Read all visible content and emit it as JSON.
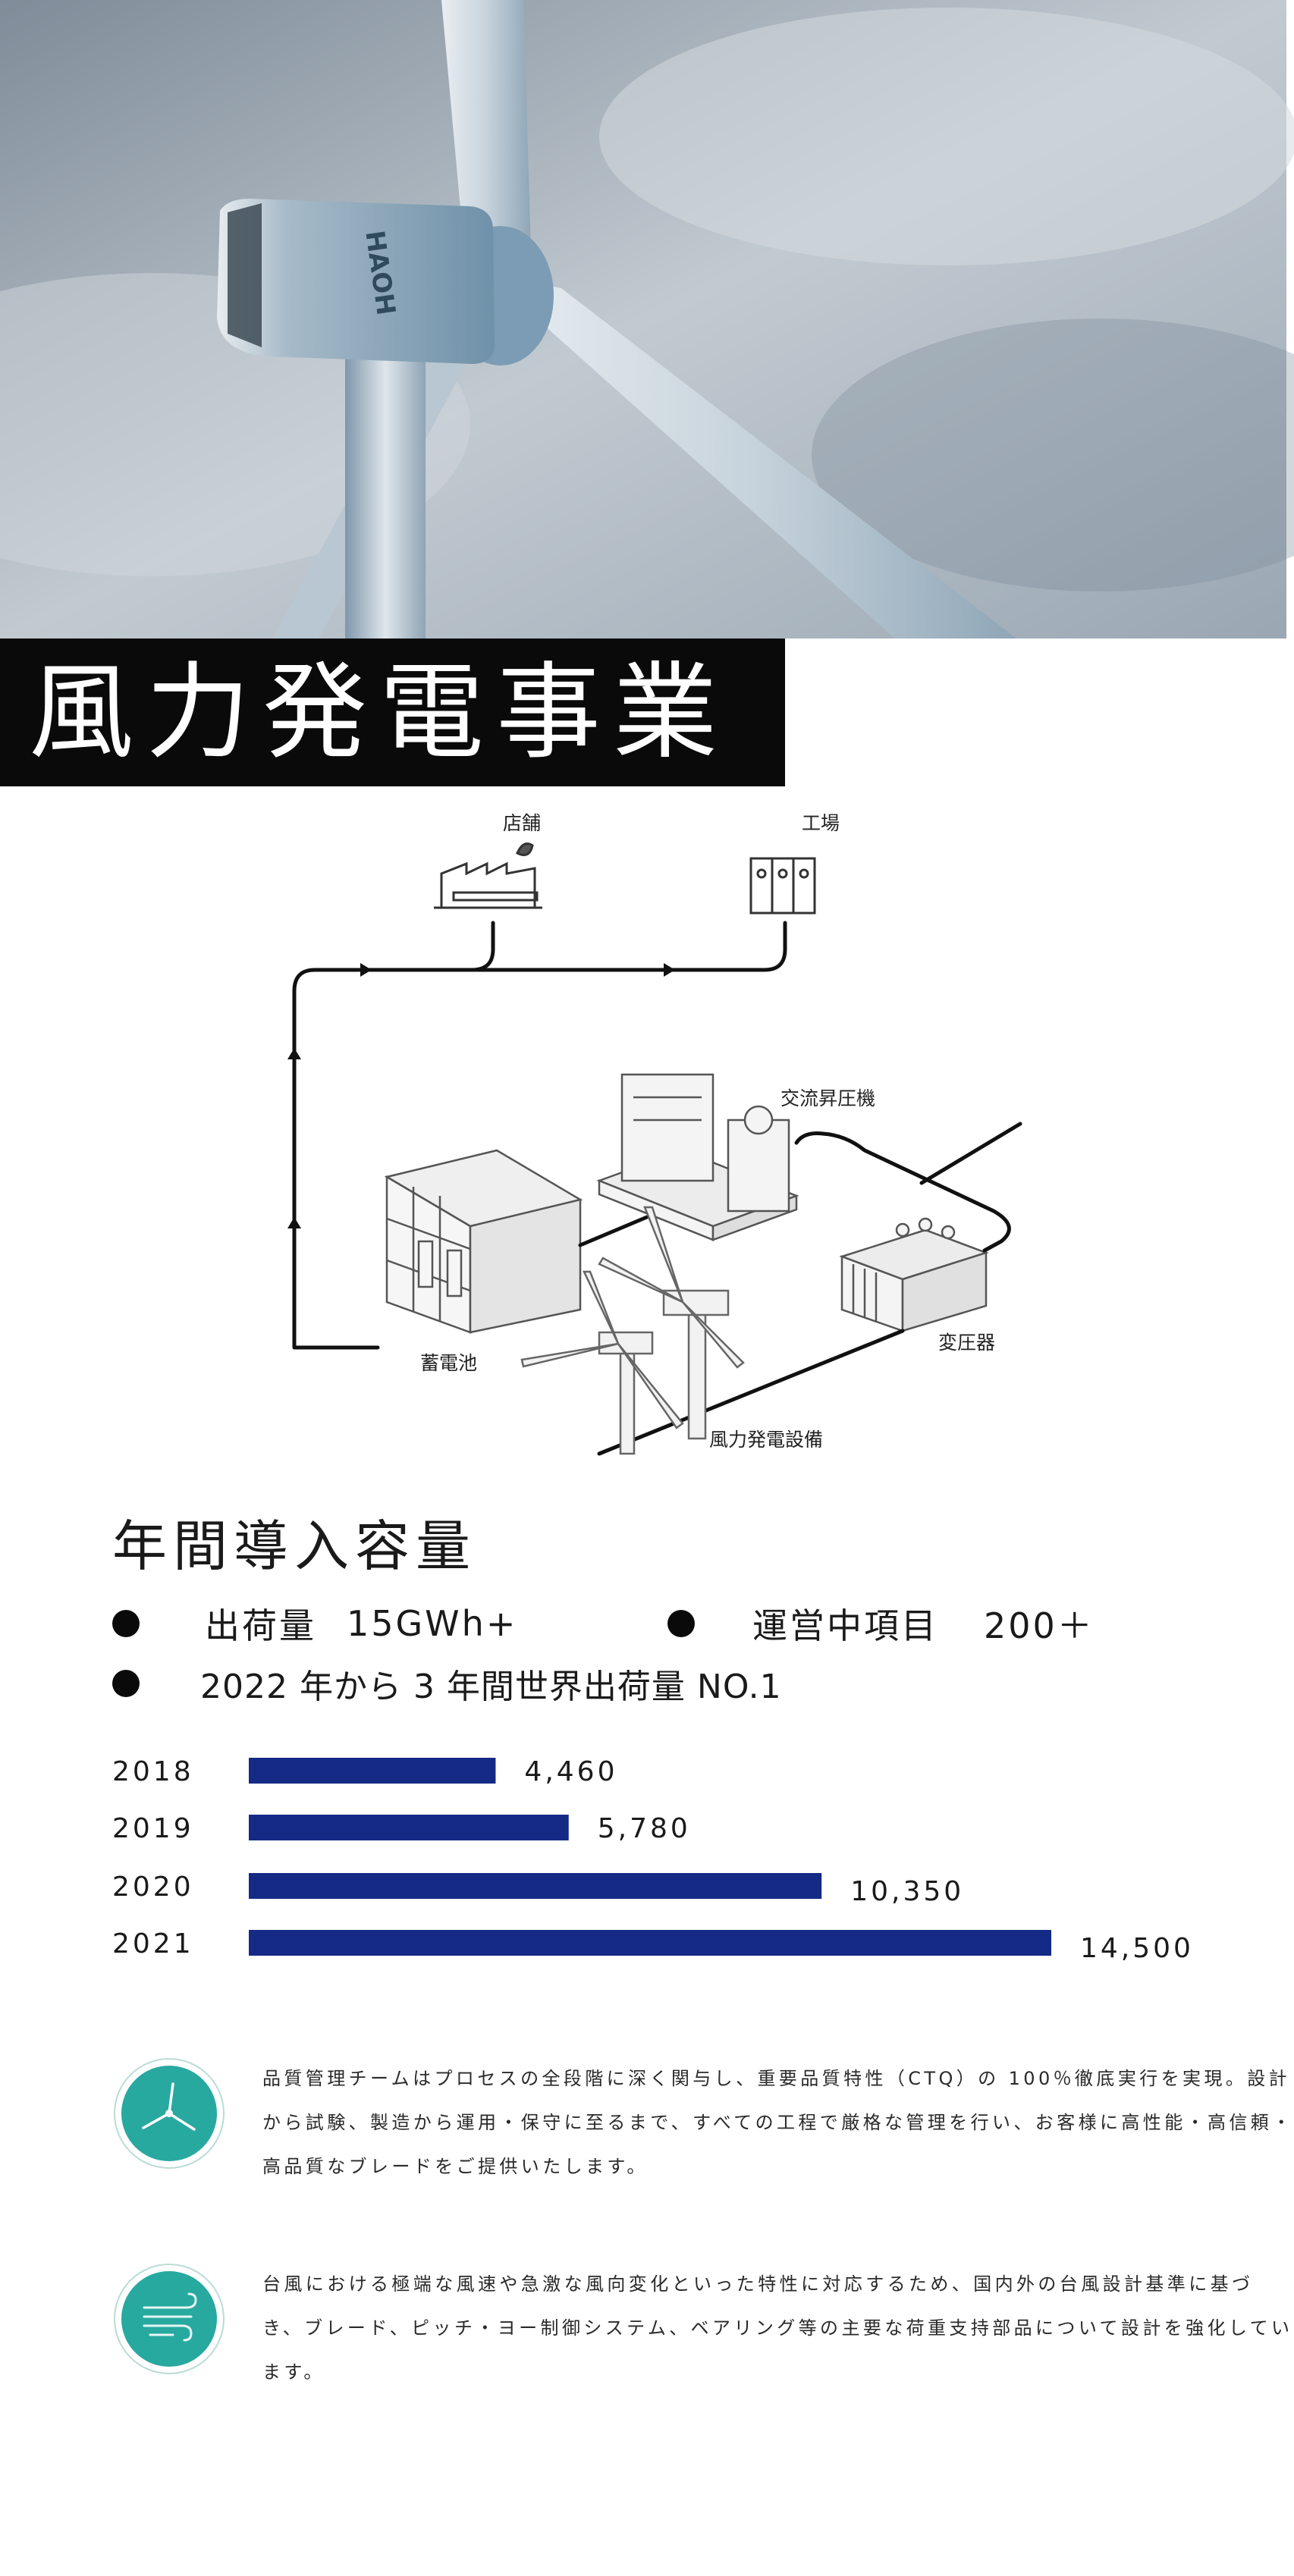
{
  "page": {
    "title": "風力発電事業"
  },
  "hero": {
    "nacelle_logo": "HAOH"
  },
  "diagram": {
    "labels": {
      "store": "店舗",
      "factory": "工場",
      "ac_booster": "交流昇圧機",
      "transformer": "変圧器",
      "battery": "蓄電池",
      "wind_equipment": "風力発電設備"
    }
  },
  "capacity": {
    "heading": "年間導入容量",
    "stats": [
      {
        "label": "出荷量",
        "value": "15GWh+"
      },
      {
        "label": "運営中項目",
        "value": "200＋"
      },
      {
        "label": "2022 年から 3 年間世界出荷量 NO.1"
      }
    ]
  },
  "chart_data": {
    "type": "bar",
    "orientation": "horizontal",
    "categories": [
      "2018",
      "2019",
      "2020",
      "2021"
    ],
    "values": [
      4460,
      5780,
      10350,
      14500
    ],
    "value_labels": [
      "4,460",
      "5,780",
      "10,350",
      "14,500"
    ],
    "xlim": [
      0,
      14500
    ],
    "grid": false,
    "legend": "none",
    "bar_color": "#142a85"
  },
  "features": [
    {
      "icon": "wind-turbine-icon",
      "text": "品質管理チームはプロセスの全段階に深く関与し、重要品質特性（CTQ）の 100％徹底実行を実現。設計から試験、製造から運用・保守に至るまで、すべての工程で厳格な管理を行い、お客様に高性能・高信頼・高品質なブレードをご提供いたします。"
    },
    {
      "icon": "wind-gust-icon",
      "text": "台風における極端な風速や急激な風向変化といった特性に対応するため、国内外の台風設計基準に基づき、ブレード、ピッチ・ヨー制御システム、ベアリング等の主要な荷重支持部品について設計を強化しています。"
    }
  ],
  "colors": {
    "bar": "#142a85",
    "icon_teal": "#27a9a0",
    "title_bg": "#0a0a0a"
  }
}
